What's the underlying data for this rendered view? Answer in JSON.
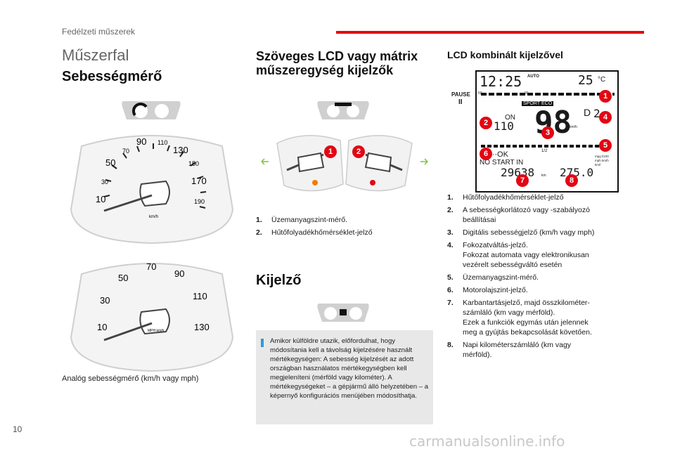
{
  "header": {
    "section": "Fedélzeti műszerek",
    "accent": "#e30613"
  },
  "left": {
    "title": "Műszerfal",
    "subtitle": "Sebességmérő",
    "caption": "Analóg sebességmérő (km/h vagy mph)",
    "gauge1": {
      "numbers": [
        "10",
        "30",
        "50",
        "70",
        "90",
        "110",
        "130",
        "150",
        "170",
        "190"
      ],
      "unit": "km/h"
    },
    "gauge2": {
      "numbers": [
        "10",
        "30",
        "50",
        "70",
        "90",
        "110",
        "130"
      ],
      "unit": "MPH km/h"
    }
  },
  "middle": {
    "title": "Szöveges LCD vagy mátrix műszeregység kijelzők",
    "items": [
      {
        "n": "1.",
        "t": "Üzemanyagszint-mérő."
      },
      {
        "n": "2.",
        "t": "Hűtőfolyadékhőmérséklet-jelző"
      }
    ],
    "badges": [
      "1",
      "2"
    ],
    "kijelzo_title": "Kijelző",
    "note": "Amikor külföldre utazik, előfordulhat, hogy módosítania kell a távolság kijelzésére használt mértékegységen: A sebesség kijelzését az adott országban használatos mértékegységben kell megjeleníteni (mérföld vagy kilométer). A mértékegységeket – a gépjármű álló helyzetében – a képernyő konfigurációs menüjében módosíthatja."
  },
  "right": {
    "title": "LCD kombinált kijelzővel",
    "lcd": {
      "time": "12:25",
      "temp": "25",
      "temp_unit": "°C",
      "auto": "AUTO",
      "pause": "PAUSE",
      "pause_sym": "II",
      "sport": "SPORT",
      "eco": "ECO",
      "on": "ON",
      "limit": "110",
      "speed": "98",
      "speed_unit": "km/h",
      "speed_unit2": "mph",
      "gear": "D",
      "gear_num": "2",
      "half": "1/2",
      "oil": "OIL··OK",
      "nostart": "NO START IN",
      "odo": "29638",
      "odo_unit": "km",
      "trip": "275.0",
      "trip_units": "mpg l/100 mph km/h km/l",
      "scale_left": "60",
      "scale_right": "90"
    },
    "badges": [
      "1",
      "2",
      "3",
      "4",
      "5",
      "6",
      "7",
      "8"
    ],
    "items": [
      {
        "n": "1.",
        "t": "Hűtőfolyadékhőmérséklet-jelző"
      },
      {
        "n": "2.",
        "t": "A sebességkorlátozó vagy -szabályozó\nbeállításai"
      },
      {
        "n": "3.",
        "t": "Digitális sebességjelző (km/h vagy mph)"
      },
      {
        "n": "4.",
        "t": "Fokozatváltás-jelző.\nFokozat automata vagy elektronikusan\nvezérelt sebességváltó esetén"
      },
      {
        "n": "5.",
        "t": "Üzemanyagszint-mérő."
      },
      {
        "n": "6.",
        "t": "Motorolajszint-jelző."
      },
      {
        "n": "7.",
        "t": "Karbantartásjelző, majd összkilométer-\nszámláló (km vagy mérföld).\nEzek a funkciók egymás után jelennek\nmeg a gyújtás bekapcsolását követően."
      },
      {
        "n": "8.",
        "t": "Napi kilométerszámláló (km vagy\nmérföld)."
      }
    ]
  },
  "page_number": "10",
  "watermark": "carmanualsonline.info"
}
